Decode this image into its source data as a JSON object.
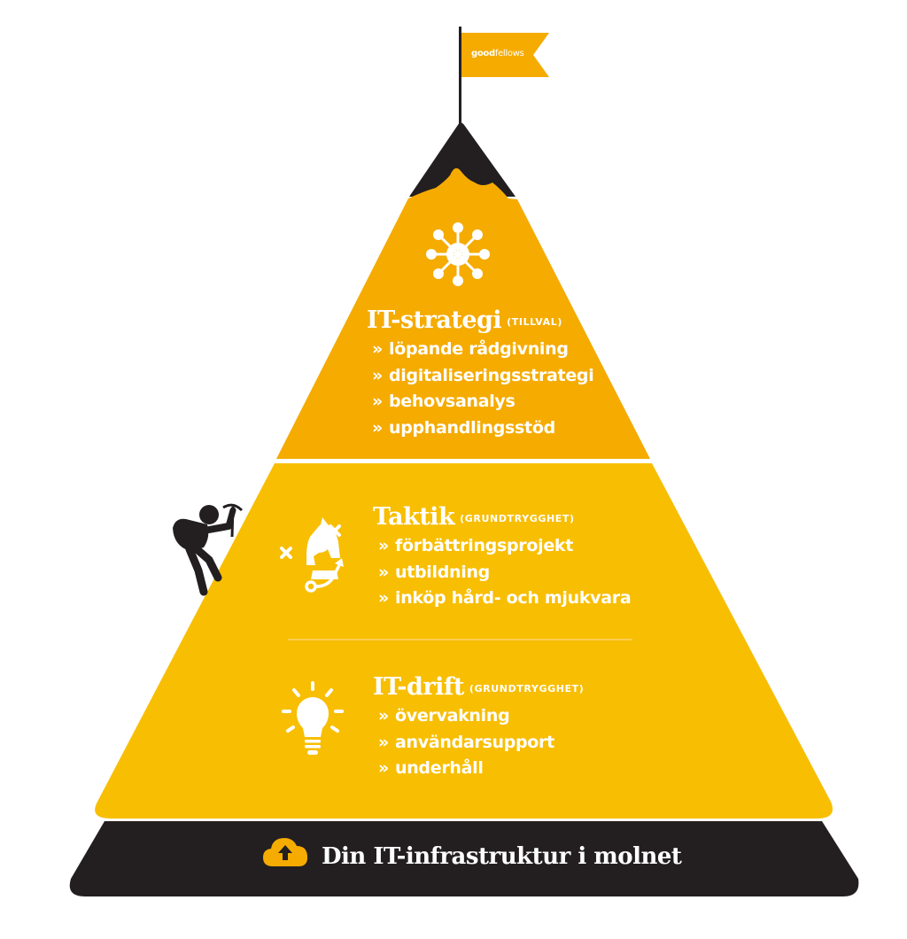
{
  "flag": {
    "brand_bold": "good",
    "brand_light": "fellows"
  },
  "tiers": [
    {
      "title": "IT-strategi",
      "tag": "(TILLVAL)",
      "icon": "network-hub-icon",
      "items": [
        "löpande rådgivning",
        "digitaliseringsstrategi",
        "behovsanalys",
        "upphandlingsstöd"
      ]
    },
    {
      "title": "Taktik",
      "tag": "(GRUNDTRYGGHET)",
      "icon": "chess-knight-strategy-icon",
      "items": [
        "förbättringsprojekt",
        "utbildning",
        "inköp hård- och mjukvara"
      ]
    },
    {
      "title": "IT-drift",
      "tag": "(GRUNDTRYGGHET)",
      "icon": "lightbulb-icon",
      "items": [
        "övervakning",
        "användarsupport",
        "underhåll"
      ]
    }
  ],
  "base": {
    "label": "Din IT-infrastruktur i molnet",
    "icon": "cloud-upload-icon"
  },
  "bullet": "»",
  "colors": {
    "top_tier": "#F5AB00",
    "lower_tiers": "#F8BE02",
    "summit": "#231F20",
    "base": "#231F20",
    "divider": "#FBD46A",
    "text": "#FFFFFF"
  }
}
